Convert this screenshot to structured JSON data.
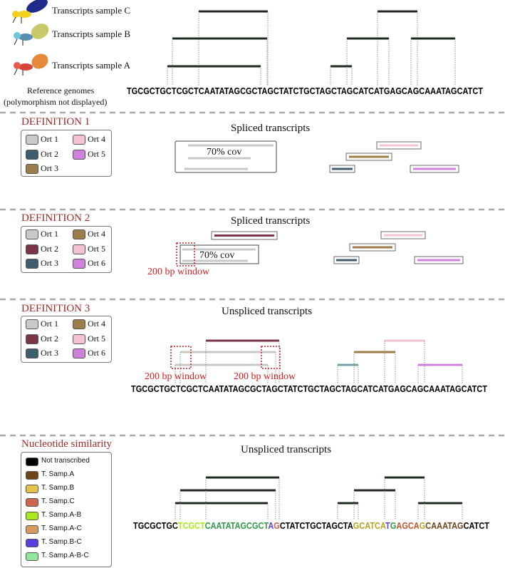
{
  "top": {
    "samples": [
      "Transcripts sample C",
      "Transcripts sample B",
      "Transcripts sample A"
    ],
    "reference_label_1": "Reference genomes",
    "reference_label_2": "(polymorphism not displayed)",
    "sequence": "TGCGCTGCTCGCTCAATATAGCGCTAGCTATCTGCTAGCTAGCATCATGAGCAGCAAATAGCATCT"
  },
  "def1": {
    "title": "DEFINITION 1",
    "subtitle": "Spliced transcripts",
    "coverage": "70% cov",
    "legend": [
      {
        "label": "Ort 1",
        "color": "#c9c9cb"
      },
      {
        "label": "Ort 2",
        "color": "#3f5d6c"
      },
      {
        "label": "Ort 3",
        "color": "#9c7e4a"
      },
      {
        "label": "Ort 4",
        "color": "#f3c3cf"
      },
      {
        "label": "Ort 5",
        "color": "#cf82db"
      }
    ]
  },
  "def2": {
    "title": "DEFINITION 2",
    "subtitle": "Spliced transcripts",
    "coverage": "70% cov",
    "window": "200 bp window",
    "legend": [
      {
        "label": "Ort 1",
        "color": "#c9c9cb"
      },
      {
        "label": "Ort 2",
        "color": "#7a3448"
      },
      {
        "label": "Ort 3",
        "color": "#3f5d6c"
      },
      {
        "label": "Ort 4",
        "color": "#9c7e4a"
      },
      {
        "label": "Ort 5",
        "color": "#f3c3cf"
      },
      {
        "label": "Ort 6",
        "color": "#cf82db"
      }
    ]
  },
  "def3": {
    "title": "DEFINITION 3",
    "subtitle": "Unspliced transcripts",
    "window_left": "200 bp window",
    "window_right": "200 bp window",
    "sequence": "TGCGCTGCTCGCTCAATATAGCGCTAGCTATCTGCTAGCTAGCATCATGAGCAGCAAATAGCATCT",
    "legend": [
      {
        "label": "Ort 1",
        "color": "#c9c9cb"
      },
      {
        "label": "Ort 2",
        "color": "#7a3448"
      },
      {
        "label": "Ort 3",
        "color": "#3f5d6c"
      },
      {
        "label": "Ort 4",
        "color": "#9c7e4a"
      },
      {
        "label": "Ort 5",
        "color": "#f3c3cf"
      },
      {
        "label": "Ort 6",
        "color": "#cf82db"
      }
    ]
  },
  "nuc": {
    "title": "Nucleotide similarity",
    "subtitle": "Unspliced transcripts",
    "legend": [
      {
        "label": "Not transcribed",
        "color": "#000000"
      },
      {
        "label": "T. Samp.A",
        "color": "#6e4518"
      },
      {
        "label": "T. Samp.B",
        "color": "#e5c24a"
      },
      {
        "label": "T. Samp.C",
        "color": "#d0634d"
      },
      {
        "label": "T. Samp.A-B",
        "color": "#a8ea1a"
      },
      {
        "label": "T. Samp.A-C",
        "color": "#d89a5e"
      },
      {
        "label": "T. Samp.B-C",
        "color": "#5b3fdc"
      },
      {
        "label": "T. Samp.A-B-C",
        "color": "#8fe79d"
      }
    ],
    "segments": [
      {
        "text": "TGCGCTGC",
        "color": "#000000"
      },
      {
        "text": "TCGCT",
        "color": "#a8ea1a"
      },
      {
        "text": "CAATATAGCGCT",
        "color": "#2e9a44"
      },
      {
        "text": "A",
        "color": "#5b3fdc"
      },
      {
        "text": "G",
        "color": "#d0634d"
      },
      {
        "text": "CTATCTGCTAGCTA",
        "color": "#000000"
      },
      {
        "text": "GCATCA",
        "color": "#b5a222"
      },
      {
        "text": "T",
        "color": "#5b3fdc"
      },
      {
        "text": "G",
        "color": "#2e9a44"
      },
      {
        "text": "AGCA",
        "color": "#c2542f"
      },
      {
        "text": "G",
        "color": "#b5a222"
      },
      {
        "text": "CAAATAG",
        "color": "#6e4518"
      },
      {
        "text": "CATCT",
        "color": "#000000"
      }
    ]
  }
}
